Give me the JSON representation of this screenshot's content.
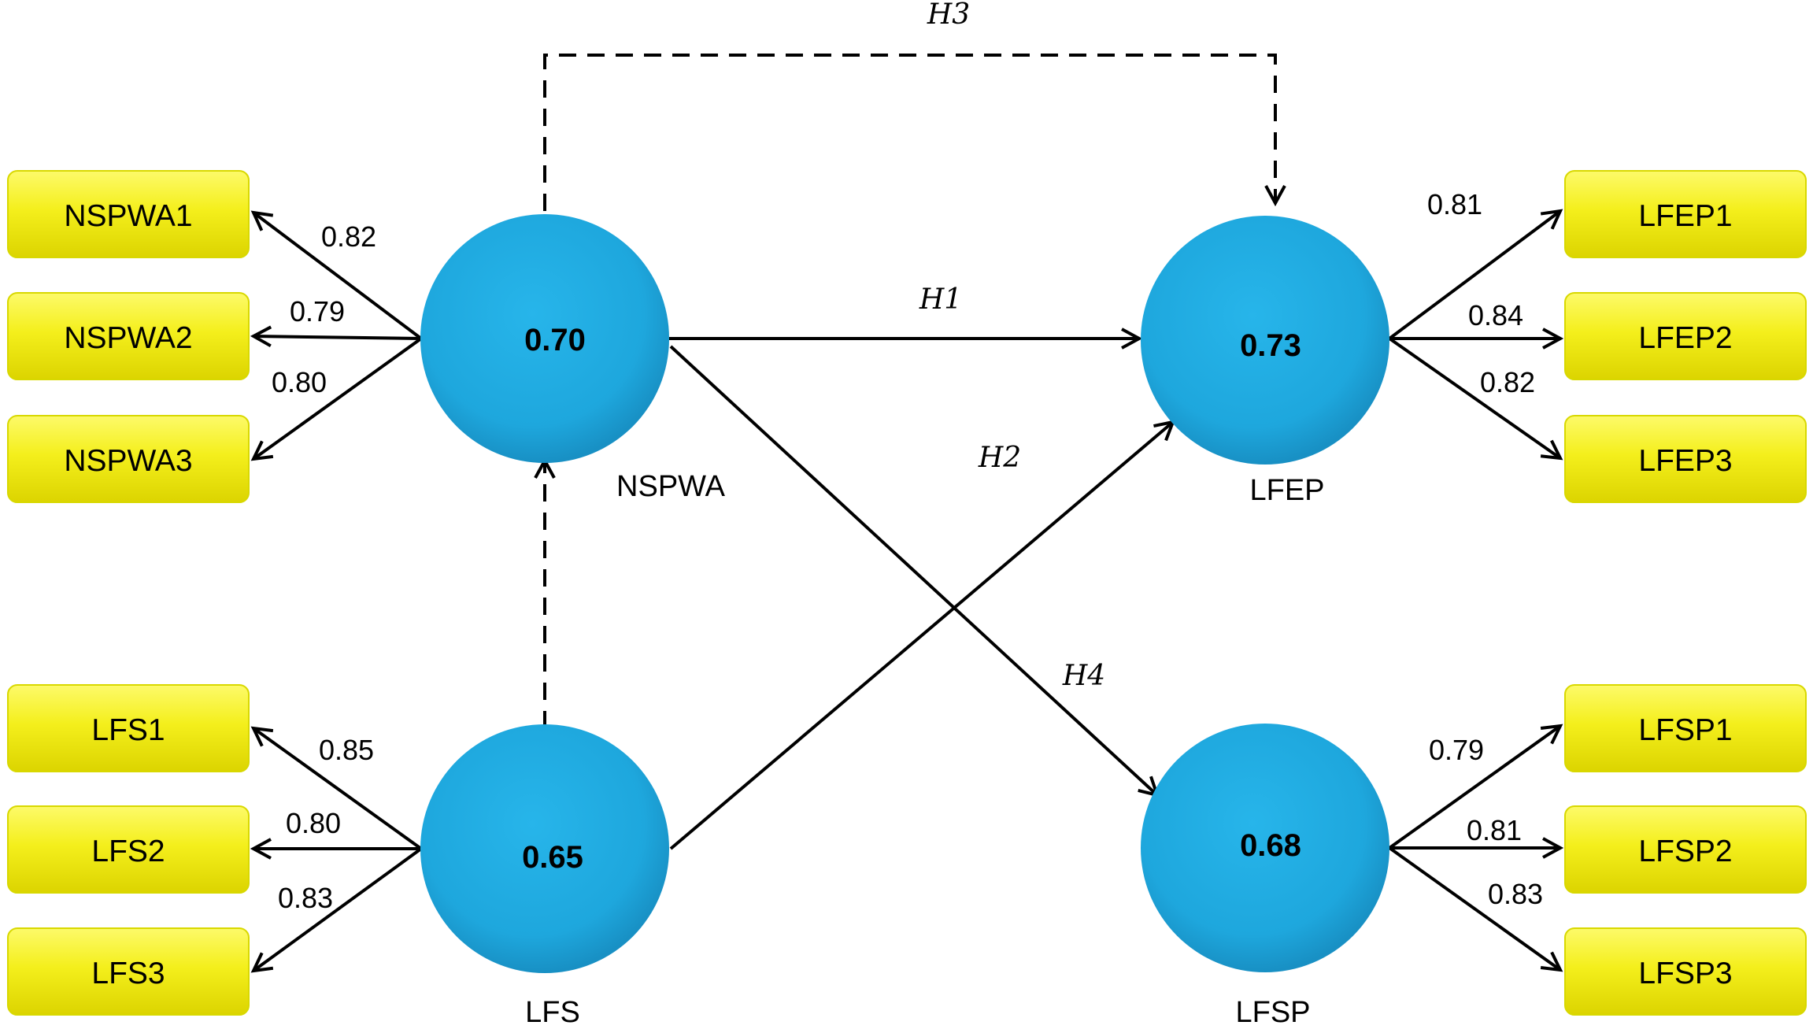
{
  "constructs": {
    "nspwa": {
      "name": "NSPWA",
      "value": "0.70"
    },
    "lfs": {
      "name": "LFS",
      "value": "0.65"
    },
    "lfep": {
      "name": "LFEP",
      "value": "0.73"
    },
    "lfsp": {
      "name": "LFSP",
      "value": "0.68"
    }
  },
  "indicators": {
    "nspwa": [
      {
        "label": "NSPWA1",
        "loading": "0.82"
      },
      {
        "label": "NSPWA2",
        "loading": "0.79"
      },
      {
        "label": "NSPWA3",
        "loading": "0.80"
      }
    ],
    "lfs": [
      {
        "label": "LFS1",
        "loading": "0.85"
      },
      {
        "label": "LFS2",
        "loading": "0.80"
      },
      {
        "label": "LFS3",
        "loading": "0.83"
      }
    ],
    "lfep": [
      {
        "label": "LFEP1",
        "loading": "0.81"
      },
      {
        "label": "LFEP2",
        "loading": "0.84"
      },
      {
        "label": "LFEP3",
        "loading": "0.82"
      }
    ],
    "lfsp": [
      {
        "label": "LFSP1",
        "loading": "0.79"
      },
      {
        "label": "LFSP2",
        "loading": "0.81"
      },
      {
        "label": "LFSP3",
        "loading": "0.83"
      }
    ]
  },
  "hypotheses": {
    "h1": "H1",
    "h2": "H2",
    "h3": "H3",
    "h4": "H4"
  },
  "colors": {
    "indicator_fill": "#f4ef1c",
    "construct_fill": "#1da6dc",
    "line": "#000000"
  }
}
